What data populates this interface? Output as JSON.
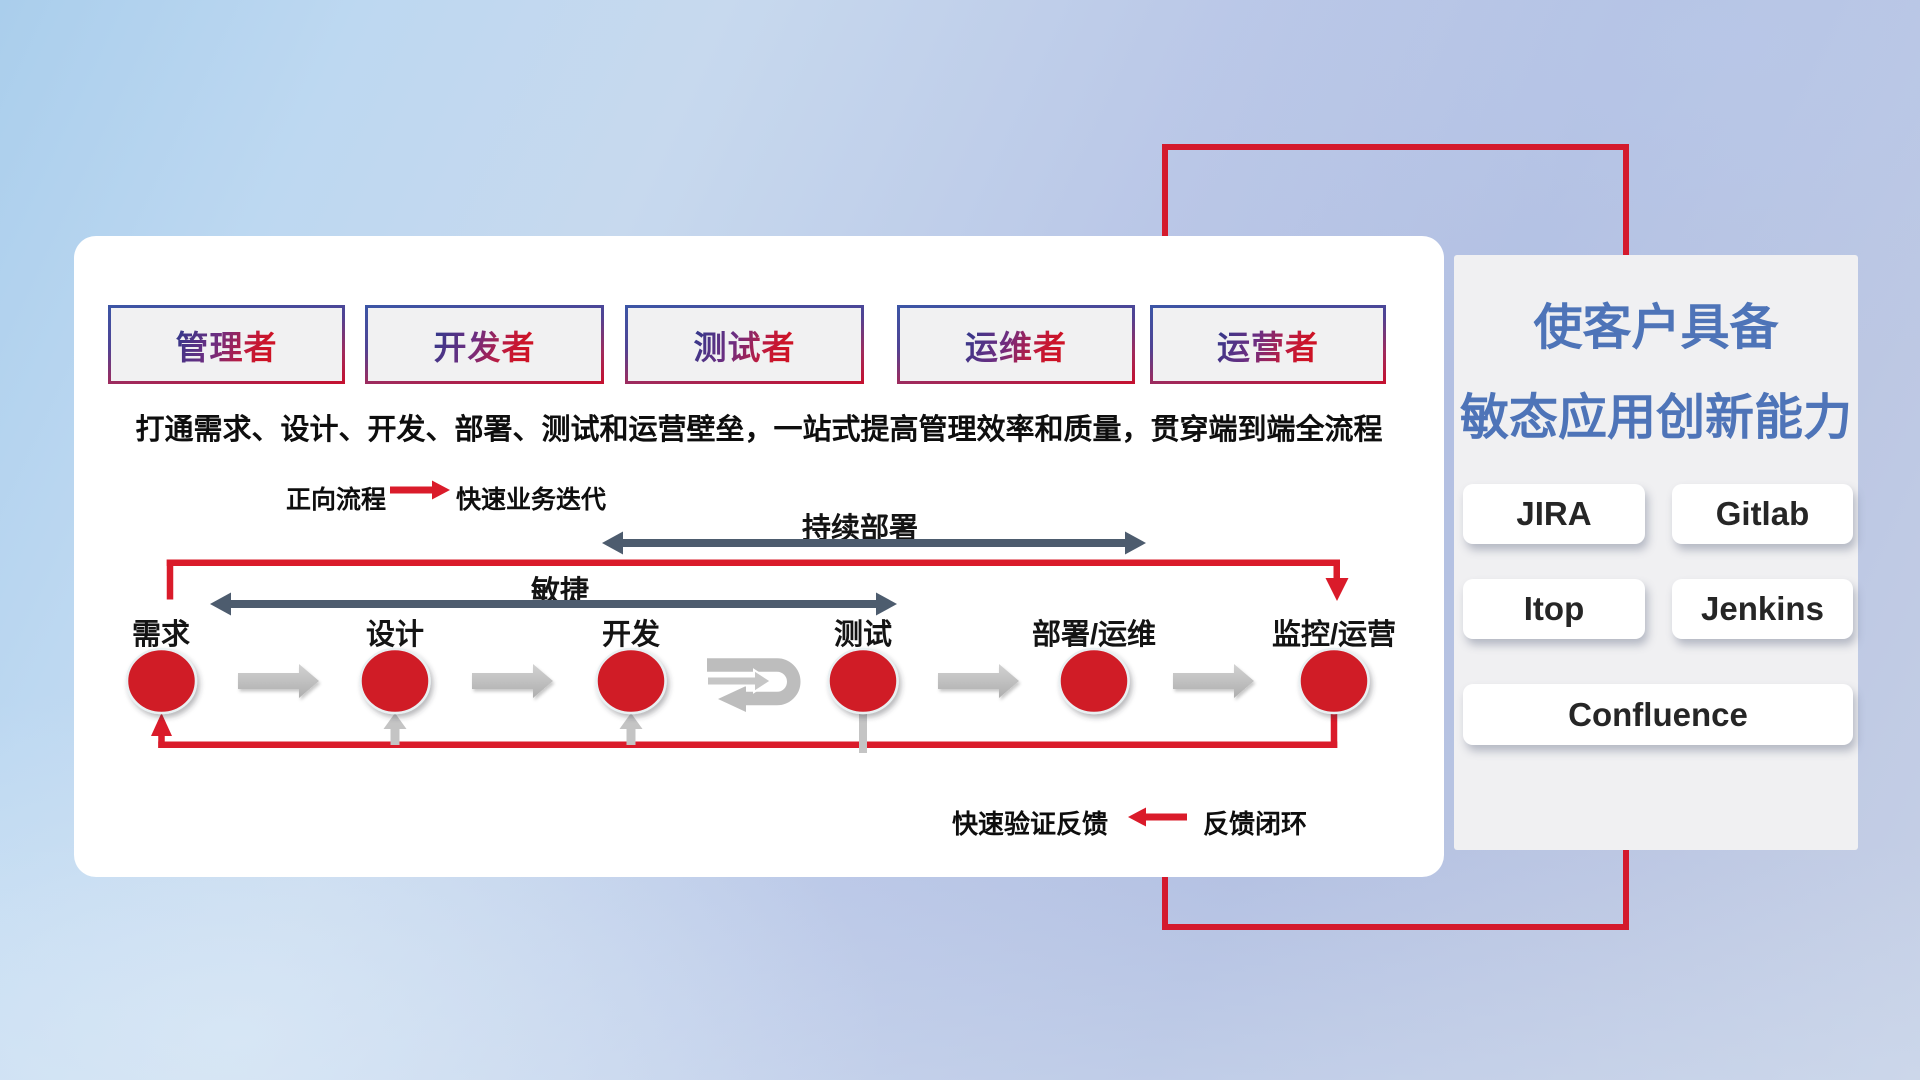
{
  "colors": {
    "background_top_left": "#a9cdec",
    "background_right": "#b2c0e2",
    "red_frame": "#d41a2d",
    "loop_red": "#da1b2a",
    "circle_red": "#d01b27",
    "arrow_gray": "#c2c2c2",
    "double_arrow_slate": "#4d5c6e",
    "role_gradient_blue": "#2c3a8c",
    "role_gradient_red": "#cd1326",
    "side_title_blue": "#4e74b8"
  },
  "main_panel": {
    "roles": [
      "管理者",
      "开发者",
      "测试者",
      "运维者",
      "运营者"
    ],
    "headline": "打通需求、设计、开发、部署、测试和运营壁垒，一站式提高管理效率和质量，贯穿端到端全流程",
    "legend_forward": {
      "label": "正向流程",
      "desc": "快速业务迭代"
    },
    "legend_feedback": {
      "label": "反馈闭环",
      "desc": "快速验证反馈"
    },
    "span_arrows": {
      "continuous_deploy": "持续部署",
      "agile": "敏捷"
    },
    "stages": [
      "需求",
      "设计",
      "开发",
      "测试",
      "部署/运维",
      "监控/运营"
    ]
  },
  "side_panel": {
    "title_line1": "使客户具备",
    "title_line2": "敏态应用创新能力",
    "tools": [
      "JIRA",
      "Gitlab",
      "Itop",
      "Jenkins",
      "Confluence"
    ]
  }
}
